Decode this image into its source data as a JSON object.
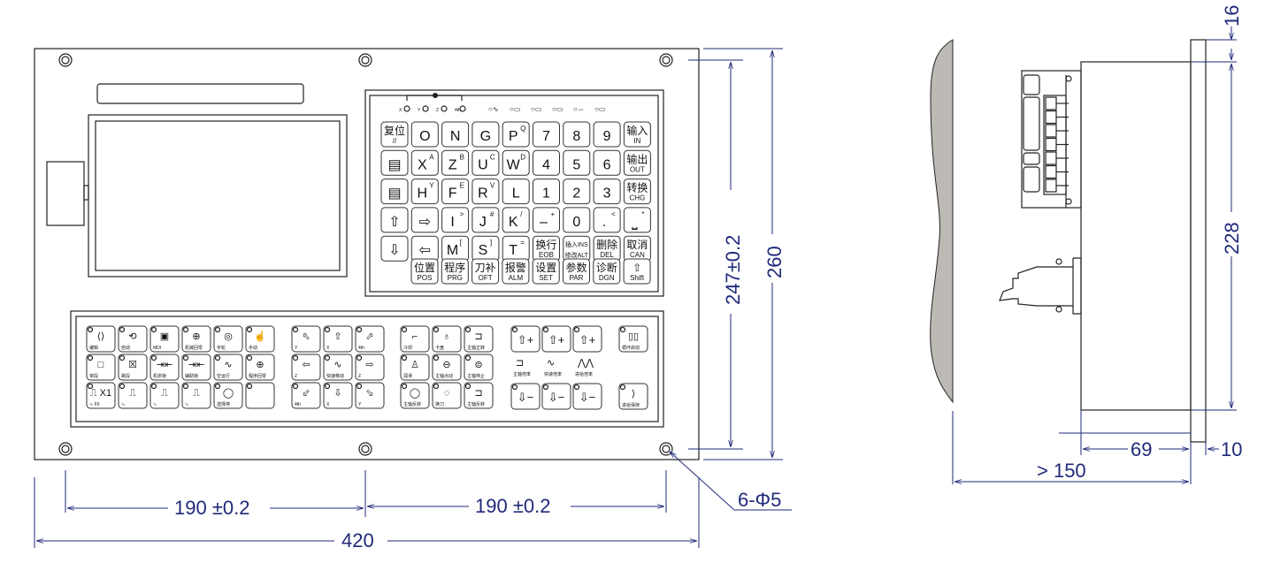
{
  "colors": {
    "dimension": "#1f2a7a",
    "line": "#222222",
    "wall": "#bdbab6"
  },
  "dimensions": {
    "hole_span_left": "190 ±0.2",
    "hole_span_right": "190 ±0.2",
    "total_width": "420",
    "hole_height": "247±0.2",
    "total_height": "260",
    "holes": "6-Φ5",
    "side_flange_top": "16",
    "side_body_height": "228",
    "side_depth": "69",
    "side_flange_thickness": "10",
    "side_clearance": "> 150"
  },
  "indicators": [
    "X",
    "Y",
    "Z",
    "4th"
  ],
  "status_leds": [
    "○∿",
    "○▭",
    "○▭",
    "○▭",
    "○⇔",
    "○▭"
  ],
  "keypad": {
    "rows": [
      [
        {
          "m": "复位",
          "s": "//"
        },
        {
          "m": "O"
        },
        {
          "m": "N"
        },
        {
          "m": "G"
        },
        {
          "m": "P",
          "sup": "Q"
        },
        {
          "m": "7"
        },
        {
          "m": "8"
        },
        {
          "m": "9"
        },
        {
          "m": "输入",
          "s": "IN"
        }
      ],
      [
        {
          "m": "▤"
        },
        {
          "m": "X",
          "sup": "A"
        },
        {
          "m": "Z",
          "sup": "B"
        },
        {
          "m": "U",
          "sup": "C"
        },
        {
          "m": "W",
          "sup": "D"
        },
        {
          "m": "4"
        },
        {
          "m": "5"
        },
        {
          "m": "6"
        },
        {
          "m": "输出",
          "s": "OUT"
        }
      ],
      [
        {
          "m": "▤"
        },
        {
          "m": "H",
          "sup": "Y"
        },
        {
          "m": "F",
          "sup": "E"
        },
        {
          "m": "R",
          "sup": "V"
        },
        {
          "m": "L"
        },
        {
          "m": "1"
        },
        {
          "m": "2"
        },
        {
          "m": "3"
        },
        {
          "m": "转换",
          "s": "CHG"
        }
      ],
      [
        {
          "m": "⇧"
        },
        {
          "m": "⇨"
        },
        {
          "m": "I",
          "sup": ">"
        },
        {
          "m": "J",
          "sup": "#"
        },
        {
          "m": "K",
          "sup": "/"
        },
        {
          "m": "–",
          "sup": "+"
        },
        {
          "m": "0"
        },
        {
          "m": ".",
          "sup": "<"
        },
        {
          "m": "⎵",
          "sup": "*"
        }
      ],
      [
        {
          "m": "⇩"
        },
        {
          "m": "⇦"
        },
        {
          "m": "M",
          "sup": "["
        },
        {
          "m": "S",
          "sup": "]"
        },
        {
          "m": "T",
          "sup": "="
        },
        {
          "m": "换行",
          "s": "EOB"
        },
        {
          "m": "插入INS",
          "s": "修改ALT",
          "small": true
        },
        {
          "m": "删除",
          "s": "DEL"
        },
        {
          "m": "取消",
          "s": "CAN"
        }
      ]
    ],
    "func_row": [
      {
        "m": "位置",
        "s": "POS"
      },
      {
        "m": "程序",
        "s": "PRG"
      },
      {
        "m": "刀补",
        "s": "OFT"
      },
      {
        "m": "报警",
        "s": "ALM"
      },
      {
        "m": "设置",
        "s": "SET"
      },
      {
        "m": "参数",
        "s": "PAR"
      },
      {
        "m": "诊断",
        "s": "DGN"
      },
      {
        "m": "⇧",
        "s": "Shift"
      }
    ]
  },
  "machine_panel": {
    "group_mode": [
      [
        {
          "g": "⟨⟩",
          "l": "编辑"
        },
        {
          "g": "⟲",
          "l": "自动"
        },
        {
          "g": "▣",
          "l": "MDI"
        },
        {
          "g": "⊕",
          "l": "机械回零"
        },
        {
          "g": "◎",
          "l": "手轮"
        },
        {
          "g": "☝",
          "l": "手动"
        }
      ],
      [
        {
          "g": "□",
          "l": "单段"
        },
        {
          "g": "☒",
          "l": "跳段"
        },
        {
          "g": "⇥⇤",
          "l": "机床锁"
        },
        {
          "g": "⇥⇤",
          "l": "辅助锁"
        },
        {
          "g": "∿",
          "l": "空运行"
        },
        {
          "g": "⊕",
          "l": "程序回零"
        }
      ],
      [
        {
          "g": "⎍ X1",
          "l": "∿ F0"
        },
        {
          "g": "⎍",
          "l": "∿"
        },
        {
          "g": "⎍",
          "l": "∿"
        },
        {
          "g": "⎍",
          "l": "∿"
        },
        {
          "g": "◯",
          "l": "选择停"
        },
        {
          "g": "",
          "l": ""
        }
      ]
    ],
    "group_jog": [
      [
        {
          "g": "⬁",
          "l": "Y"
        },
        {
          "g": "⇧",
          "l": "X"
        },
        {
          "g": "⬀",
          "l": "4th"
        }
      ],
      [
        {
          "g": "⇦",
          "l": "Z"
        },
        {
          "g": "∿",
          "l": "快速移动"
        },
        {
          "g": "⇨",
          "l": "Z"
        }
      ],
      [
        {
          "g": "⬃",
          "l": "4th"
        },
        {
          "g": "⇩",
          "l": "X"
        },
        {
          "g": "⬂",
          "l": "Y"
        }
      ]
    ],
    "group_aux": [
      [
        {
          "g": "⌐",
          "l": "冷却"
        },
        {
          "g": "♁",
          "l": "卡盘"
        },
        {
          "g": "⊐",
          "l": "主轴正转"
        }
      ],
      [
        {
          "g": "♙",
          "l": "润滑"
        },
        {
          "g": "⊖",
          "l": "主轴点动"
        },
        {
          "g": "⊜",
          "l": "主轴停止"
        }
      ],
      [
        {
          "g": "◯",
          "l": "主轴反转"
        },
        {
          "g": "◌",
          "l": "换刀"
        },
        {
          "g": "⊐",
          "l": "主轴反转"
        }
      ]
    ],
    "group_override_up": [
      "⇧+",
      "⇧+",
      "⇧+"
    ],
    "group_override_down": [
      "⇩−",
      "⇩−",
      "⇩−"
    ],
    "override_labels": [
      {
        "g": "⊐",
        "l": "主轴倍率"
      },
      {
        "g": "∿",
        "l": "快速倍率"
      },
      {
        "g": "⋀⋀",
        "l": "进给倍率"
      }
    ],
    "cycle_start": {
      "g": "▯▯",
      "l": "循环启动"
    },
    "feed_hold": {
      "g": "⟩",
      "l": "进给保持"
    }
  }
}
